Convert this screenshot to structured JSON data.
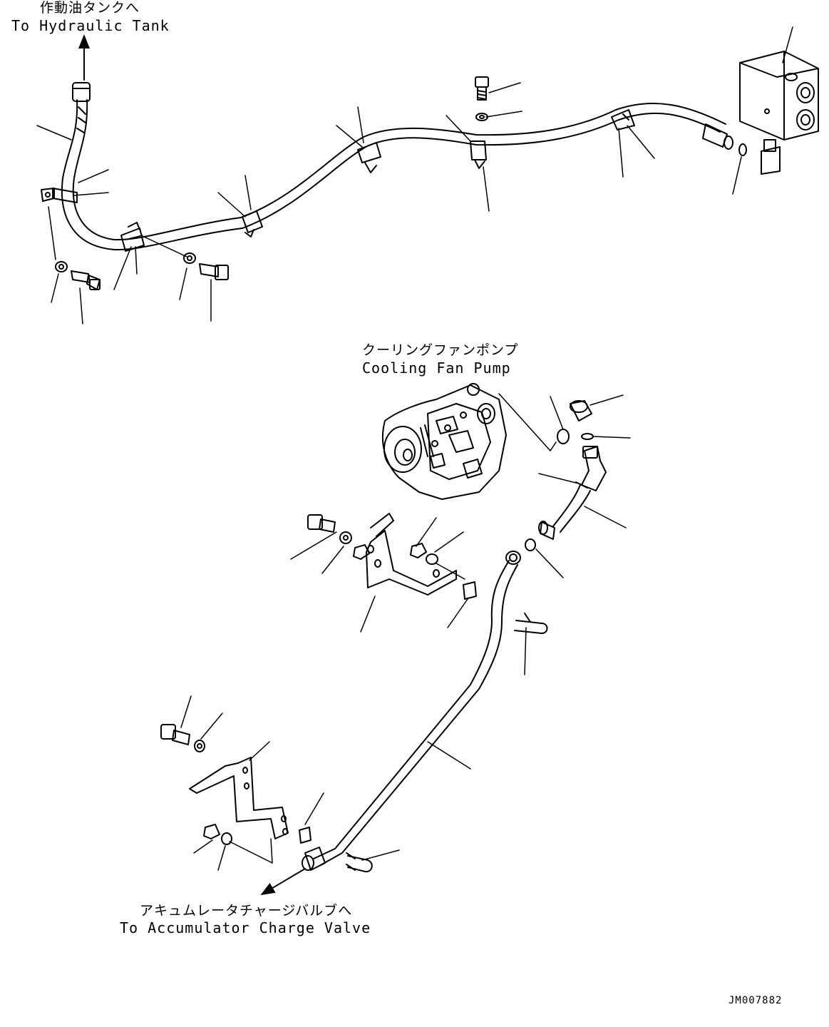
{
  "labels": {
    "hydraulic_tank_jp": "作動油タンクへ",
    "hydraulic_tank_en": "To Hydraulic Tank",
    "pump_jp": "クーリングファンポンプ",
    "pump_en": "Cooling Fan Pump",
    "accumulator_jp": "アキュムレータチャージバルブへ",
    "accumulator_en": "To Accumulator Charge Valve"
  },
  "drawing_code": "JM007882"
}
